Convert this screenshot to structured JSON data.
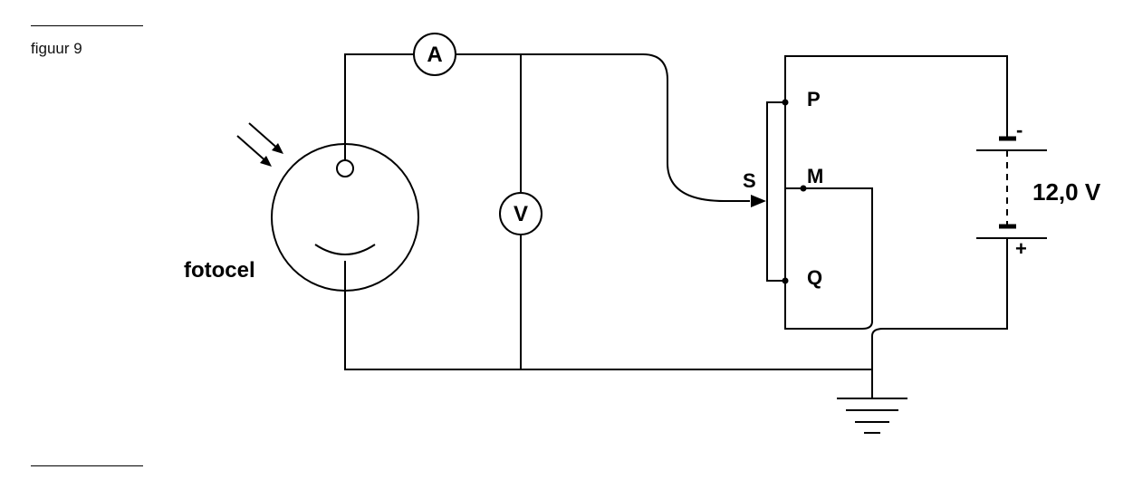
{
  "figure": {
    "caption": "figuur 9"
  },
  "circuit": {
    "photocell_label": "fotocel",
    "ammeter_symbol": "A",
    "voltmeter_symbol": "V",
    "slider_label": "S",
    "terminals": {
      "P": "P",
      "M": "M",
      "Q": "Q"
    },
    "battery": {
      "voltage_label": "12,0 V",
      "minus": "-",
      "plus": "+"
    }
  },
  "colors": {
    "line": "#000000",
    "background": "#ffffff"
  }
}
